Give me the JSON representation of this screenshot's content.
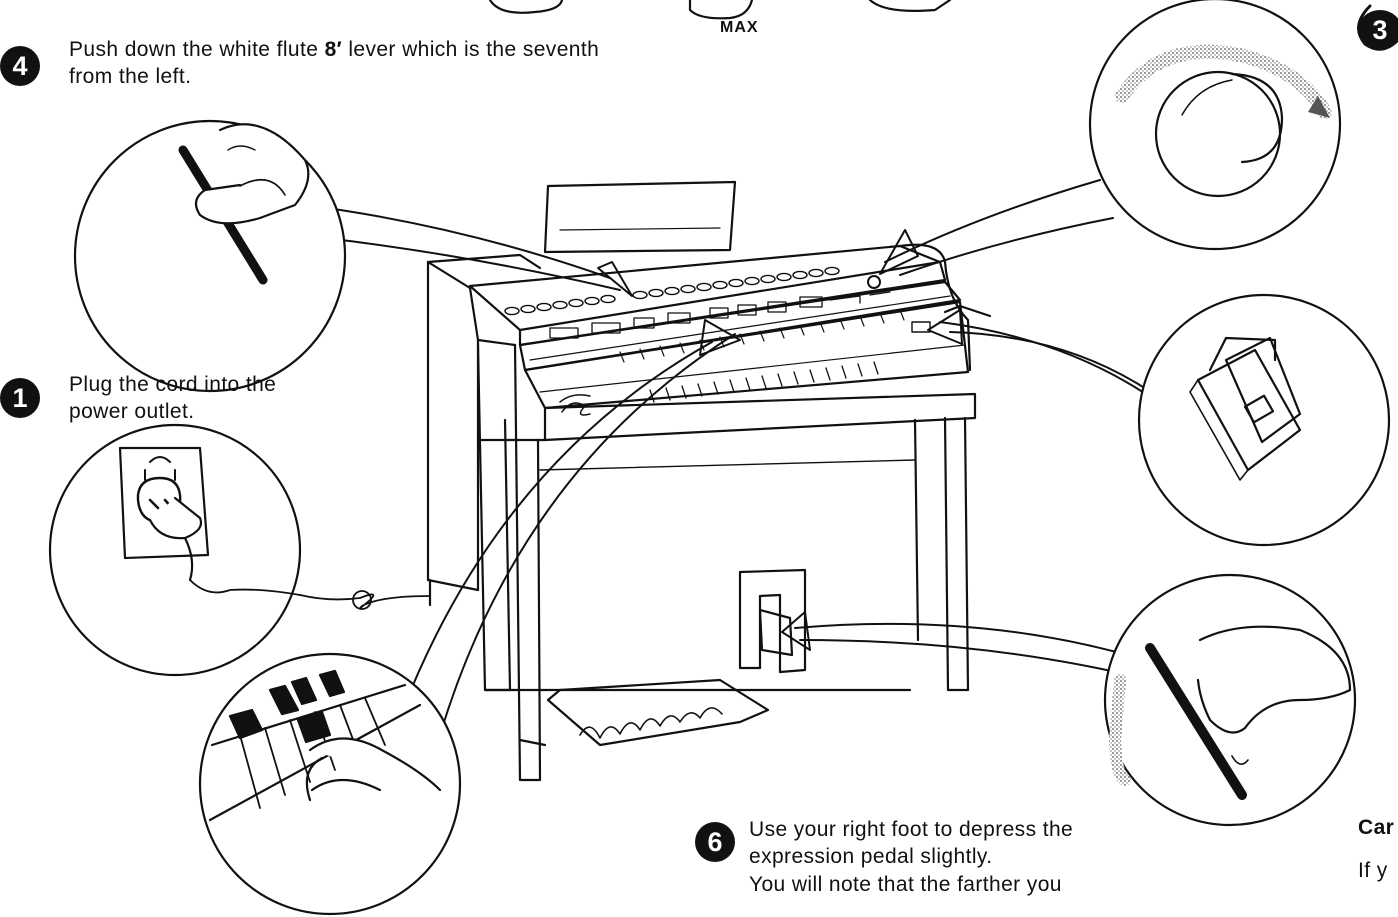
{
  "top": {
    "max_label": "MAX",
    "step3_badge": "3"
  },
  "step4": {
    "badge": "4",
    "text_before": "Push down the white flute ",
    "text_bold": "8′",
    "text_after": " lever which is the seventh",
    "line2": "from the left."
  },
  "step1": {
    "badge": "1",
    "line1": "Plug the cord into the",
    "line2": "power outlet."
  },
  "step6": {
    "badge": "6",
    "line1": "Use your right foot to depress the",
    "line2": "expression pedal slightly.",
    "line3": "You will note that the farther you"
  },
  "right_cut": {
    "heading": "Car",
    "line": "If y"
  },
  "colors": {
    "ink": "#111111",
    "paper": "#ffffff",
    "shade": "#8a8a8a"
  },
  "icons": [
    "flute-lever-hand-icon",
    "power-plug-icon",
    "volume-knob-icon",
    "power-switch-icon",
    "keyboard-hand-icon",
    "expression-pedal-foot-icon",
    "organ-illustration"
  ]
}
